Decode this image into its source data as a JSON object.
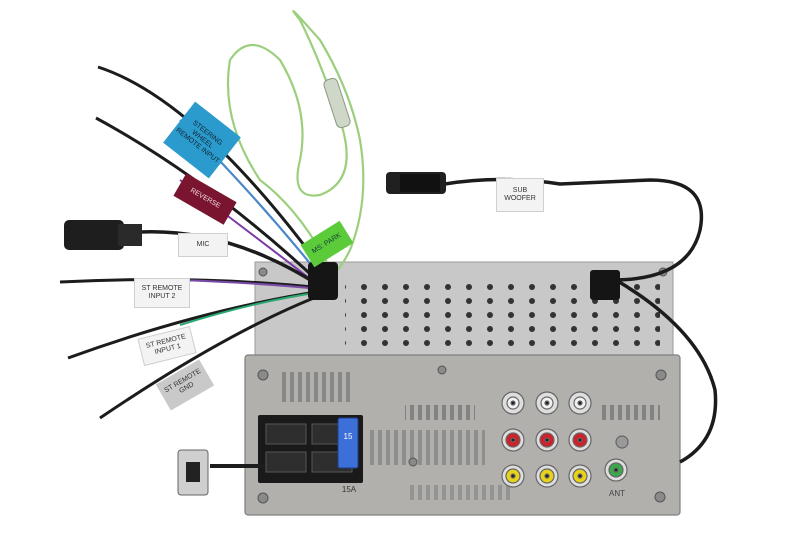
{
  "labels": {
    "steering": "STEERING WHEEL REMOTE INPUT",
    "reverse": "REVERSE",
    "mic": "MIC",
    "parking": "MS: PARK",
    "sub": "SUB WOOFER",
    "st2": "ST REMOTE INPUT 2",
    "st1": "ST REMOTE INPUT 1",
    "stgnd": "ST REMOTE GND",
    "fuse": "15",
    "fuse_rating": "15A",
    "ant": "ANT"
  },
  "colors": {
    "wire_black": "#1c1c1c",
    "wire_green_light": "#9ccf7d",
    "chassis_top": "#c9c9c9",
    "chassis_back": "#b0b0ae",
    "rca_white": "#f2f2f2",
    "rca_red": "#d0202a",
    "rca_yellow": "#e8d21a",
    "antenna_green": "#3aa84a",
    "usb_silver": "#bfbfbf"
  }
}
